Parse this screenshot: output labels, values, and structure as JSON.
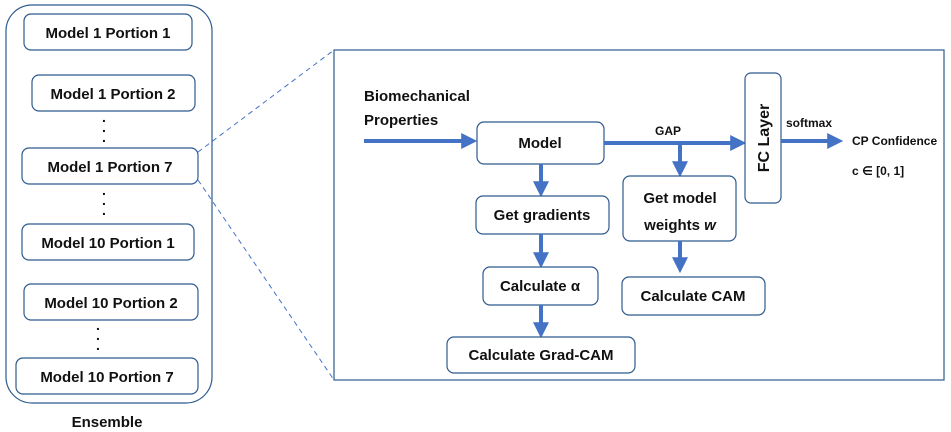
{
  "colors": {
    "box_stroke": "#2e5a8e",
    "panel_stroke": "#2e5a8e",
    "arrow": "#4472c4",
    "dash": "#4472c4",
    "text": "#111111"
  },
  "ensemble": {
    "label": "Ensemble",
    "models": [
      "Model 1 Portion 1",
      "Model 1 Portion 2",
      "Model 1 Portion 7",
      "Model 10 Portion 1",
      "Model 10 Portion 2",
      "Model 10 Portion 7"
    ],
    "dots": "."
  },
  "pipeline": {
    "input_line1": "Biomechanical",
    "input_line2": "Properties",
    "model": "Model",
    "gap": "GAP",
    "fc_layer": "FC Layer",
    "softmax": "softmax",
    "output_line1": "CP Confidence",
    "output_line2": "c ∈ [0, 1]",
    "get_gradients": "Get gradients",
    "calc_alpha": "Calculate α",
    "calc_gradcam": "Calculate Grad-CAM",
    "get_weights_line1": "Get model",
    "get_weights_line2": "weights ",
    "get_weights_w": "w",
    "calc_cam": "Calculate CAM"
  }
}
